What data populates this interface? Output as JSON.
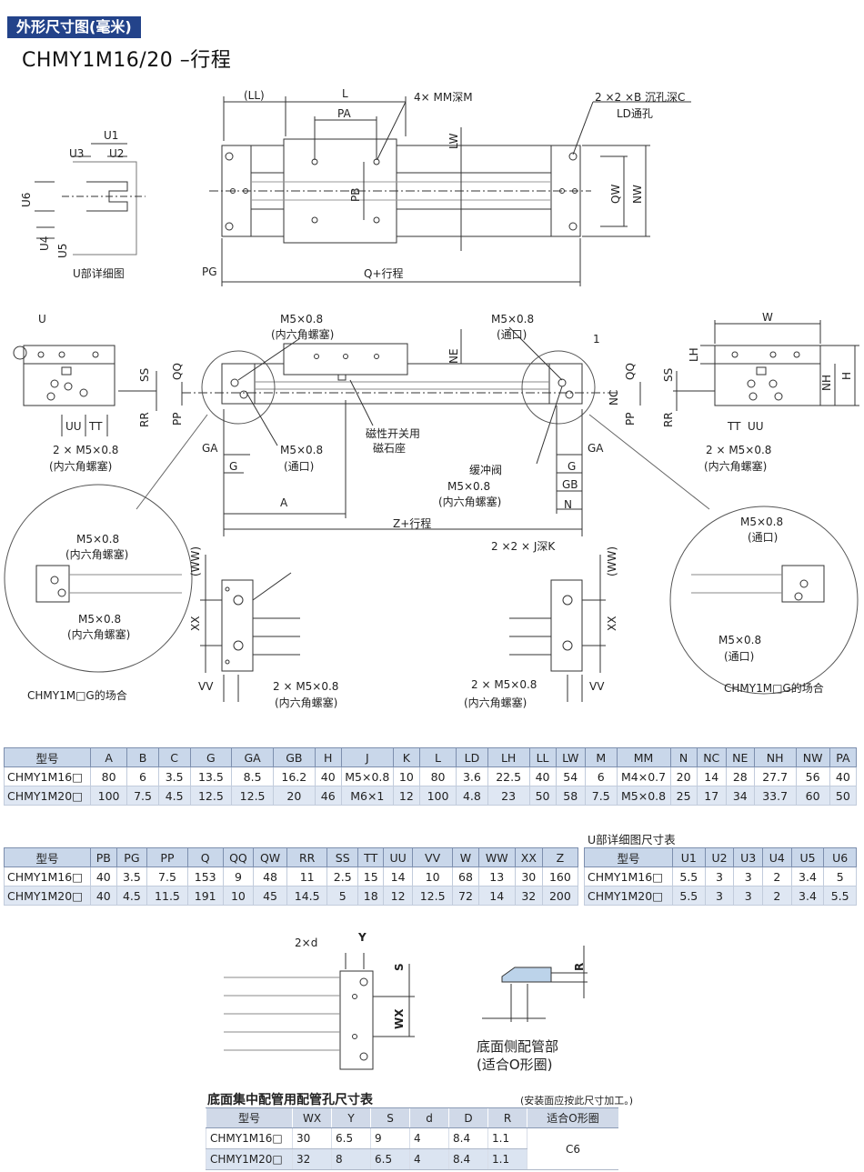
{
  "header": {
    "section_title": "外形尺寸图(毫米)",
    "model_title": "CHMY1M16/20 –行程"
  },
  "top_view": {
    "ll": "(LL)",
    "l": "L",
    "mm_holes": "4× MM深M",
    "counterbore": "2 ×2 ×B 沉孔深C",
    "ld": "LD通孔",
    "pa": "PA",
    "lw": "LW",
    "pb": "PB",
    "qw": "QW",
    "nw": "NW",
    "pg": "PG",
    "q": "Q+行程"
  },
  "u_detail": {
    "u1": "U1",
    "u2": "U2",
    "u3": "U3",
    "u4": "U4",
    "u5": "U5",
    "u6": "U6",
    "caption": "U部详细图"
  },
  "front_view": {
    "u": "U",
    "m5_hex_top": "M5×0.8",
    "hex_plug_top": "(内六角螺塞)",
    "m5_port_top": "M5×0.8",
    "port_top": "(通口)",
    "one": "1",
    "ne": "NE",
    "qq_left": "QQ",
    "pp_left": "PP",
    "ss_left": "SS",
    "rr_left": "RR",
    "uu_left": "UU",
    "tt_left": "TT",
    "m5_2x_left": "2 × M5×0.8",
    "hex_plug_left": "(内六角螺塞)",
    "ga_left": "GA",
    "g_left": "G",
    "m5_port_mid": "M5×0.8",
    "port_mid": "(通口)",
    "magnet": "磁性开关用",
    "magnet2": "磁石座",
    "buffer": "缓冲阀",
    "m5_hex_mid": "M5×0.8",
    "hex_plug_mid": "(内六角螺塞)",
    "a": "A",
    "z": "Z+行程",
    "qq_right": "QQ",
    "nc": "NC",
    "pp_right": "PP",
    "ga_right": "GA",
    "g_right": "G",
    "gb": "GB",
    "n": "N",
    "w": "W",
    "lh": "LH",
    "nh": "NH",
    "h": "H",
    "ss_right": "SS",
    "rr_right": "RR",
    "tt_right": "TT",
    "uu_right": "UU",
    "m5_2x_right": "2 × M5×0.8",
    "hex_plug_right": "(内六角螺塞)"
  },
  "end_details": {
    "ww_left": "(WW)",
    "xx_left": "XX",
    "vv_left": "VV",
    "m5_2x_bl": "2 × M5×0.8",
    "hex_plug_bl": "(内六角螺塞)",
    "ww_right": "(WW)",
    "xx_right": "XX",
    "vv_right": "VV",
    "j_depth": "2 ×2 × J深K",
    "m5_2x_br": "2 × M5×0.8",
    "hex_plug_br": "(内六角螺塞)",
    "circle_left_m5a": "M5×0.8",
    "circle_left_hex_a": "(内六角螺塞)",
    "circle_left_m5b": "M5×0.8",
    "circle_left_hex_b": "(内六角螺塞)",
    "circle_left_caption": "CHMY1M□G的场合",
    "circle_right_m5a": "M5×0.8",
    "circle_right_port_a": "(通口)",
    "circle_right_m5b": "M5×0.8",
    "circle_right_port_b": "(通口)",
    "circle_right_caption": "CHMY1M□G的场合"
  },
  "table1": {
    "headers": [
      "型号",
      "A",
      "B",
      "C",
      "G",
      "GA",
      "GB",
      "H",
      "J",
      "K",
      "L",
      "LD",
      "LH",
      "LL",
      "LW",
      "M",
      "MM",
      "N",
      "NC",
      "NE",
      "NH",
      "NW",
      "PA"
    ],
    "rows": [
      [
        "CHMY1M16□",
        "80",
        "6",
        "3.5",
        "13.5",
        "8.5",
        "16.2",
        "40",
        "M5×0.8",
        "10",
        "80",
        "3.6",
        "22.5",
        "40",
        "54",
        "6",
        "M4×0.7",
        "20",
        "14",
        "28",
        "27.7",
        "56",
        "40"
      ],
      [
        "CHMY1M20□",
        "100",
        "7.5",
        "4.5",
        "12.5",
        "12.5",
        "20",
        "46",
        "M6×1",
        "12",
        "100",
        "4.8",
        "23",
        "50",
        "58",
        "7.5",
        "M5×0.8",
        "25",
        "17",
        "34",
        "33.7",
        "60",
        "50"
      ]
    ]
  },
  "table2": {
    "headers": [
      "型号",
      "PB",
      "PG",
      "PP",
      "Q",
      "QQ",
      "QW",
      "RR",
      "SS",
      "TT",
      "UU",
      "VV",
      "W",
      "WW",
      "XX",
      "Z"
    ],
    "rows": [
      [
        "CHMY1M16□",
        "40",
        "3.5",
        "7.5",
        "153",
        "9",
        "48",
        "11",
        "2.5",
        "15",
        "14",
        "10",
        "68",
        "13",
        "30",
        "160"
      ],
      [
        "CHMY1M20□",
        "40",
        "4.5",
        "11.5",
        "191",
        "10",
        "45",
        "14.5",
        "5",
        "18",
        "12",
        "12.5",
        "72",
        "14",
        "32",
        "200"
      ]
    ]
  },
  "table3": {
    "caption": "U部详细图尺寸表",
    "headers": [
      "型号",
      "U1",
      "U2",
      "U3",
      "U4",
      "U5",
      "U6"
    ],
    "rows": [
      [
        "CHMY1M16□",
        "5.5",
        "3",
        "3",
        "2",
        "3.4",
        "5"
      ],
      [
        "CHMY1M20□",
        "5.5",
        "3",
        "3",
        "2",
        "3.4",
        "5.5"
      ]
    ]
  },
  "bottom_drawing": {
    "d": "2×d",
    "y": "Y",
    "s": "S",
    "wx": "WX",
    "r": "R",
    "piping": "底面侧配管部",
    "oring": "(适合O形圈)"
  },
  "table4": {
    "title": "底面集中配管用配管孔尺寸表",
    "note": "(安装面应按此尺寸加工。)",
    "headers": [
      "型号",
      "WX",
      "Y",
      "S",
      "d",
      "D",
      "R",
      "适合O形圈"
    ],
    "rows": [
      [
        "CHMY1M16□",
        "30",
        "6.5",
        "9",
        "4",
        "8.4",
        "1.1"
      ],
      [
        "CHMY1M20□",
        "32",
        "8",
        "6.5",
        "4",
        "8.4",
        "1.1"
      ]
    ],
    "oring_value": "C6"
  }
}
